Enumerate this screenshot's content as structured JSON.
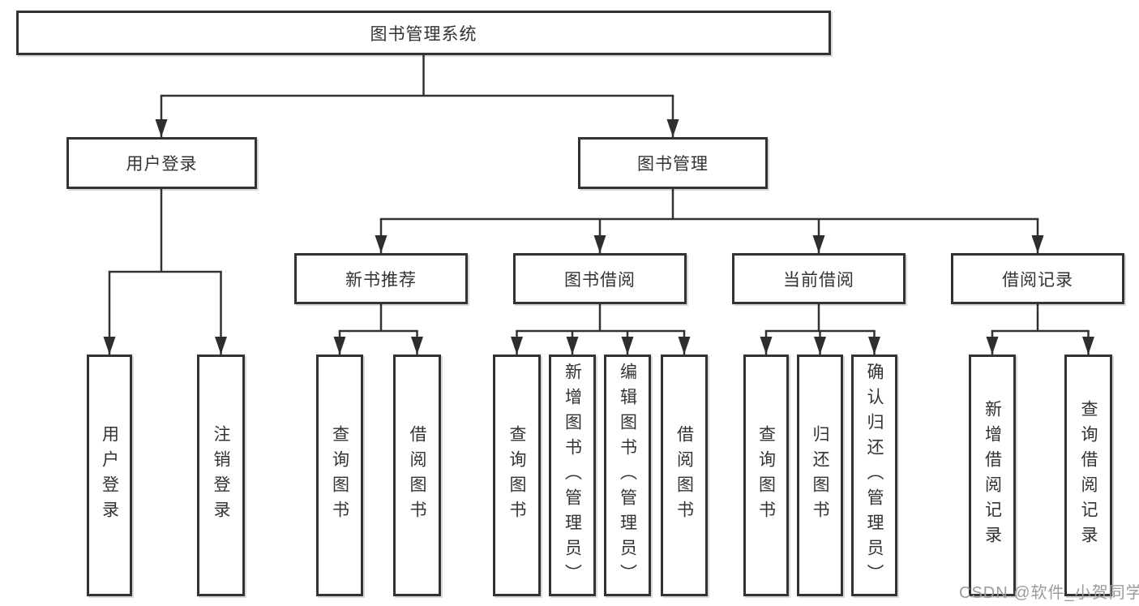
{
  "diagram": {
    "root": {
      "label": "图书管理系统"
    },
    "branches": [
      {
        "label": "用户登录",
        "children": [
          {
            "label": "用户登录"
          },
          {
            "label": "注销登录"
          }
        ]
      },
      {
        "label": "图书管理",
        "children": [
          {
            "label": "新书推荐",
            "children": [
              {
                "label": "查询图书"
              },
              {
                "label": "借阅图书"
              }
            ]
          },
          {
            "label": "图书借阅",
            "children": [
              {
                "label": "查询图书"
              },
              {
                "label": "新增图书（管理员）"
              },
              {
                "label": "编辑图书（管理员）"
              },
              {
                "label": "借阅图书"
              }
            ]
          },
          {
            "label": "当前借阅",
            "children": [
              {
                "label": "查询图书"
              },
              {
                "label": "归还图书"
              },
              {
                "label": "确认归还（管理员）"
              }
            ]
          },
          {
            "label": "借阅记录",
            "children": [
              {
                "label": "新增借阅记录"
              },
              {
                "label": "查询借阅记录"
              }
            ]
          }
        ]
      }
    ]
  },
  "watermark": {
    "text": "CSDN @软件_小贺同学"
  },
  "colors": {
    "line": "#333333",
    "border": "#333333",
    "text": "#333333",
    "watermark": "#9b9b9b",
    "background": "#ffffff"
  }
}
